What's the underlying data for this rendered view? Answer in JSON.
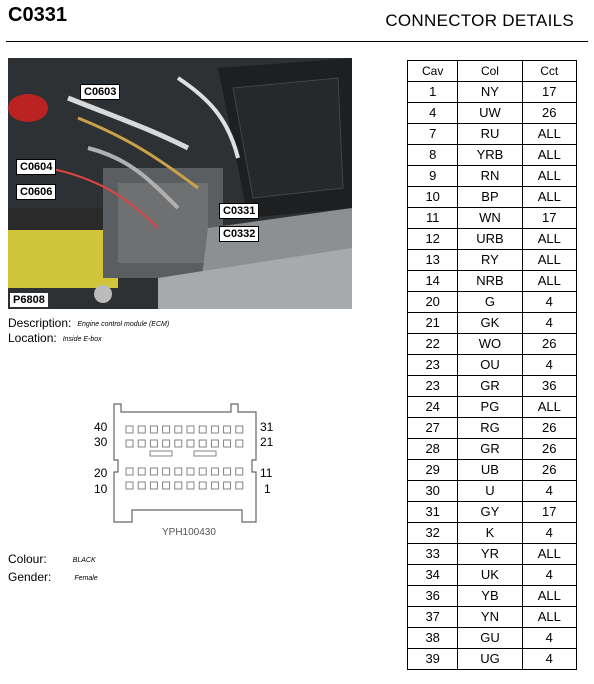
{
  "header": {
    "connector_code": "C0331",
    "section_title": "CONNECTOR DETAILS"
  },
  "photo": {
    "callouts": [
      "C0603",
      "C0604",
      "C0606",
      "C0331",
      "C0332"
    ],
    "photo_id": "P6808"
  },
  "info": {
    "description_label": "Description:",
    "description_value": "Engine control module (ECM)",
    "location_label": "Location:",
    "location_value": "Inside E-box",
    "colour_label": "Colour:",
    "colour_value": "BLACK",
    "gender_label": "Gender:",
    "gender_value": "Female"
  },
  "diagram": {
    "pin_labels": {
      "tl1": "40",
      "tl2": "30",
      "tl3": "20",
      "tl4": "10",
      "tr1": "31",
      "tr2": "21",
      "tr3": "11",
      "tr4": "1"
    },
    "figure_id": "YPH100430"
  },
  "table": {
    "headers": [
      "Cav",
      "Col",
      "Cct"
    ],
    "rows": [
      [
        "1",
        "NY",
        "17"
      ],
      [
        "4",
        "UW",
        "26"
      ],
      [
        "7",
        "RU",
        "ALL"
      ],
      [
        "8",
        "YRB",
        "ALL"
      ],
      [
        "9",
        "RN",
        "ALL"
      ],
      [
        "10",
        "BP",
        "ALL"
      ],
      [
        "11",
        "WN",
        "17"
      ],
      [
        "12",
        "URB",
        "ALL"
      ],
      [
        "13",
        "RY",
        "ALL"
      ],
      [
        "14",
        "NRB",
        "ALL"
      ],
      [
        "20",
        "G",
        "4"
      ],
      [
        "21",
        "GK",
        "4"
      ],
      [
        "22",
        "WO",
        "26"
      ],
      [
        "23",
        "OU",
        "4"
      ],
      [
        "23",
        "GR",
        "36"
      ],
      [
        "24",
        "PG",
        "ALL"
      ],
      [
        "27",
        "RG",
        "26"
      ],
      [
        "28",
        "GR",
        "26"
      ],
      [
        "29",
        "UB",
        "26"
      ],
      [
        "30",
        "U",
        "4"
      ],
      [
        "31",
        "GY",
        "17"
      ],
      [
        "32",
        "K",
        "4"
      ],
      [
        "33",
        "YR",
        "ALL"
      ],
      [
        "34",
        "UK",
        "4"
      ],
      [
        "36",
        "YB",
        "ALL"
      ],
      [
        "37",
        "YN",
        "ALL"
      ],
      [
        "38",
        "GU",
        "4"
      ],
      [
        "39",
        "UG",
        "4"
      ]
    ]
  }
}
